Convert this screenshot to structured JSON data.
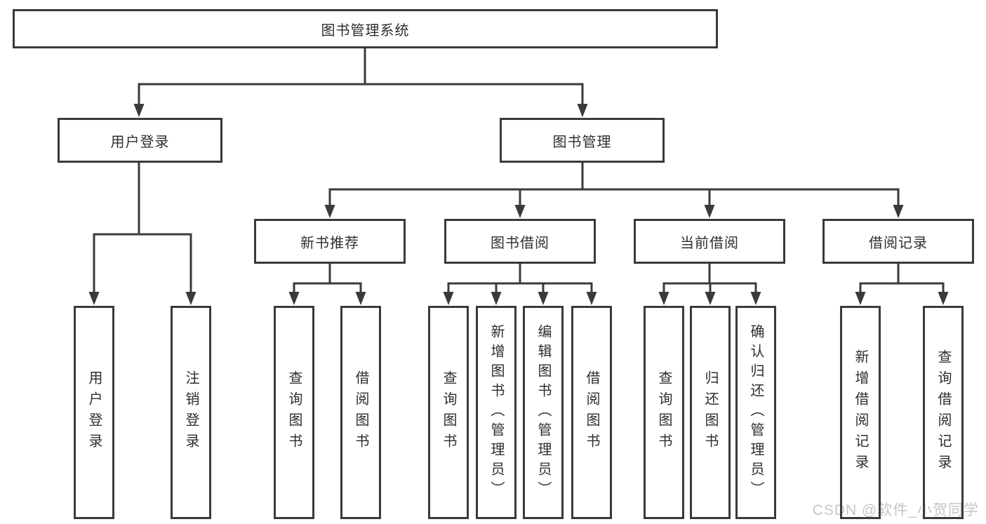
{
  "tree": {
    "root": "图书管理系统",
    "branches": [
      {
        "label": "用户登录",
        "children": [
          "用户登录",
          "注销登录"
        ]
      },
      {
        "label": "图书管理",
        "sections": [
          {
            "label": "新书推荐",
            "children": [
              "查询图书",
              "借阅图书"
            ]
          },
          {
            "label": "图书借阅",
            "children": [
              "查询图书",
              "新增图书（管理员）",
              "编辑图书（管理员）",
              "借阅图书"
            ]
          },
          {
            "label": "当前借阅",
            "children": [
              "查询图书",
              "归还图书",
              "确认归还（管理员）"
            ]
          },
          {
            "label": "借阅记录",
            "children": [
              "新增借阅记录",
              "查询借阅记录"
            ]
          }
        ]
      }
    ]
  },
  "watermark": {
    "text": "CSDN @软件_小贺同学"
  },
  "colors": {
    "line": "#3a3a3a",
    "text": "#2e2e2e",
    "watermark": "#c6c6c6",
    "background": "#ffffff"
  }
}
